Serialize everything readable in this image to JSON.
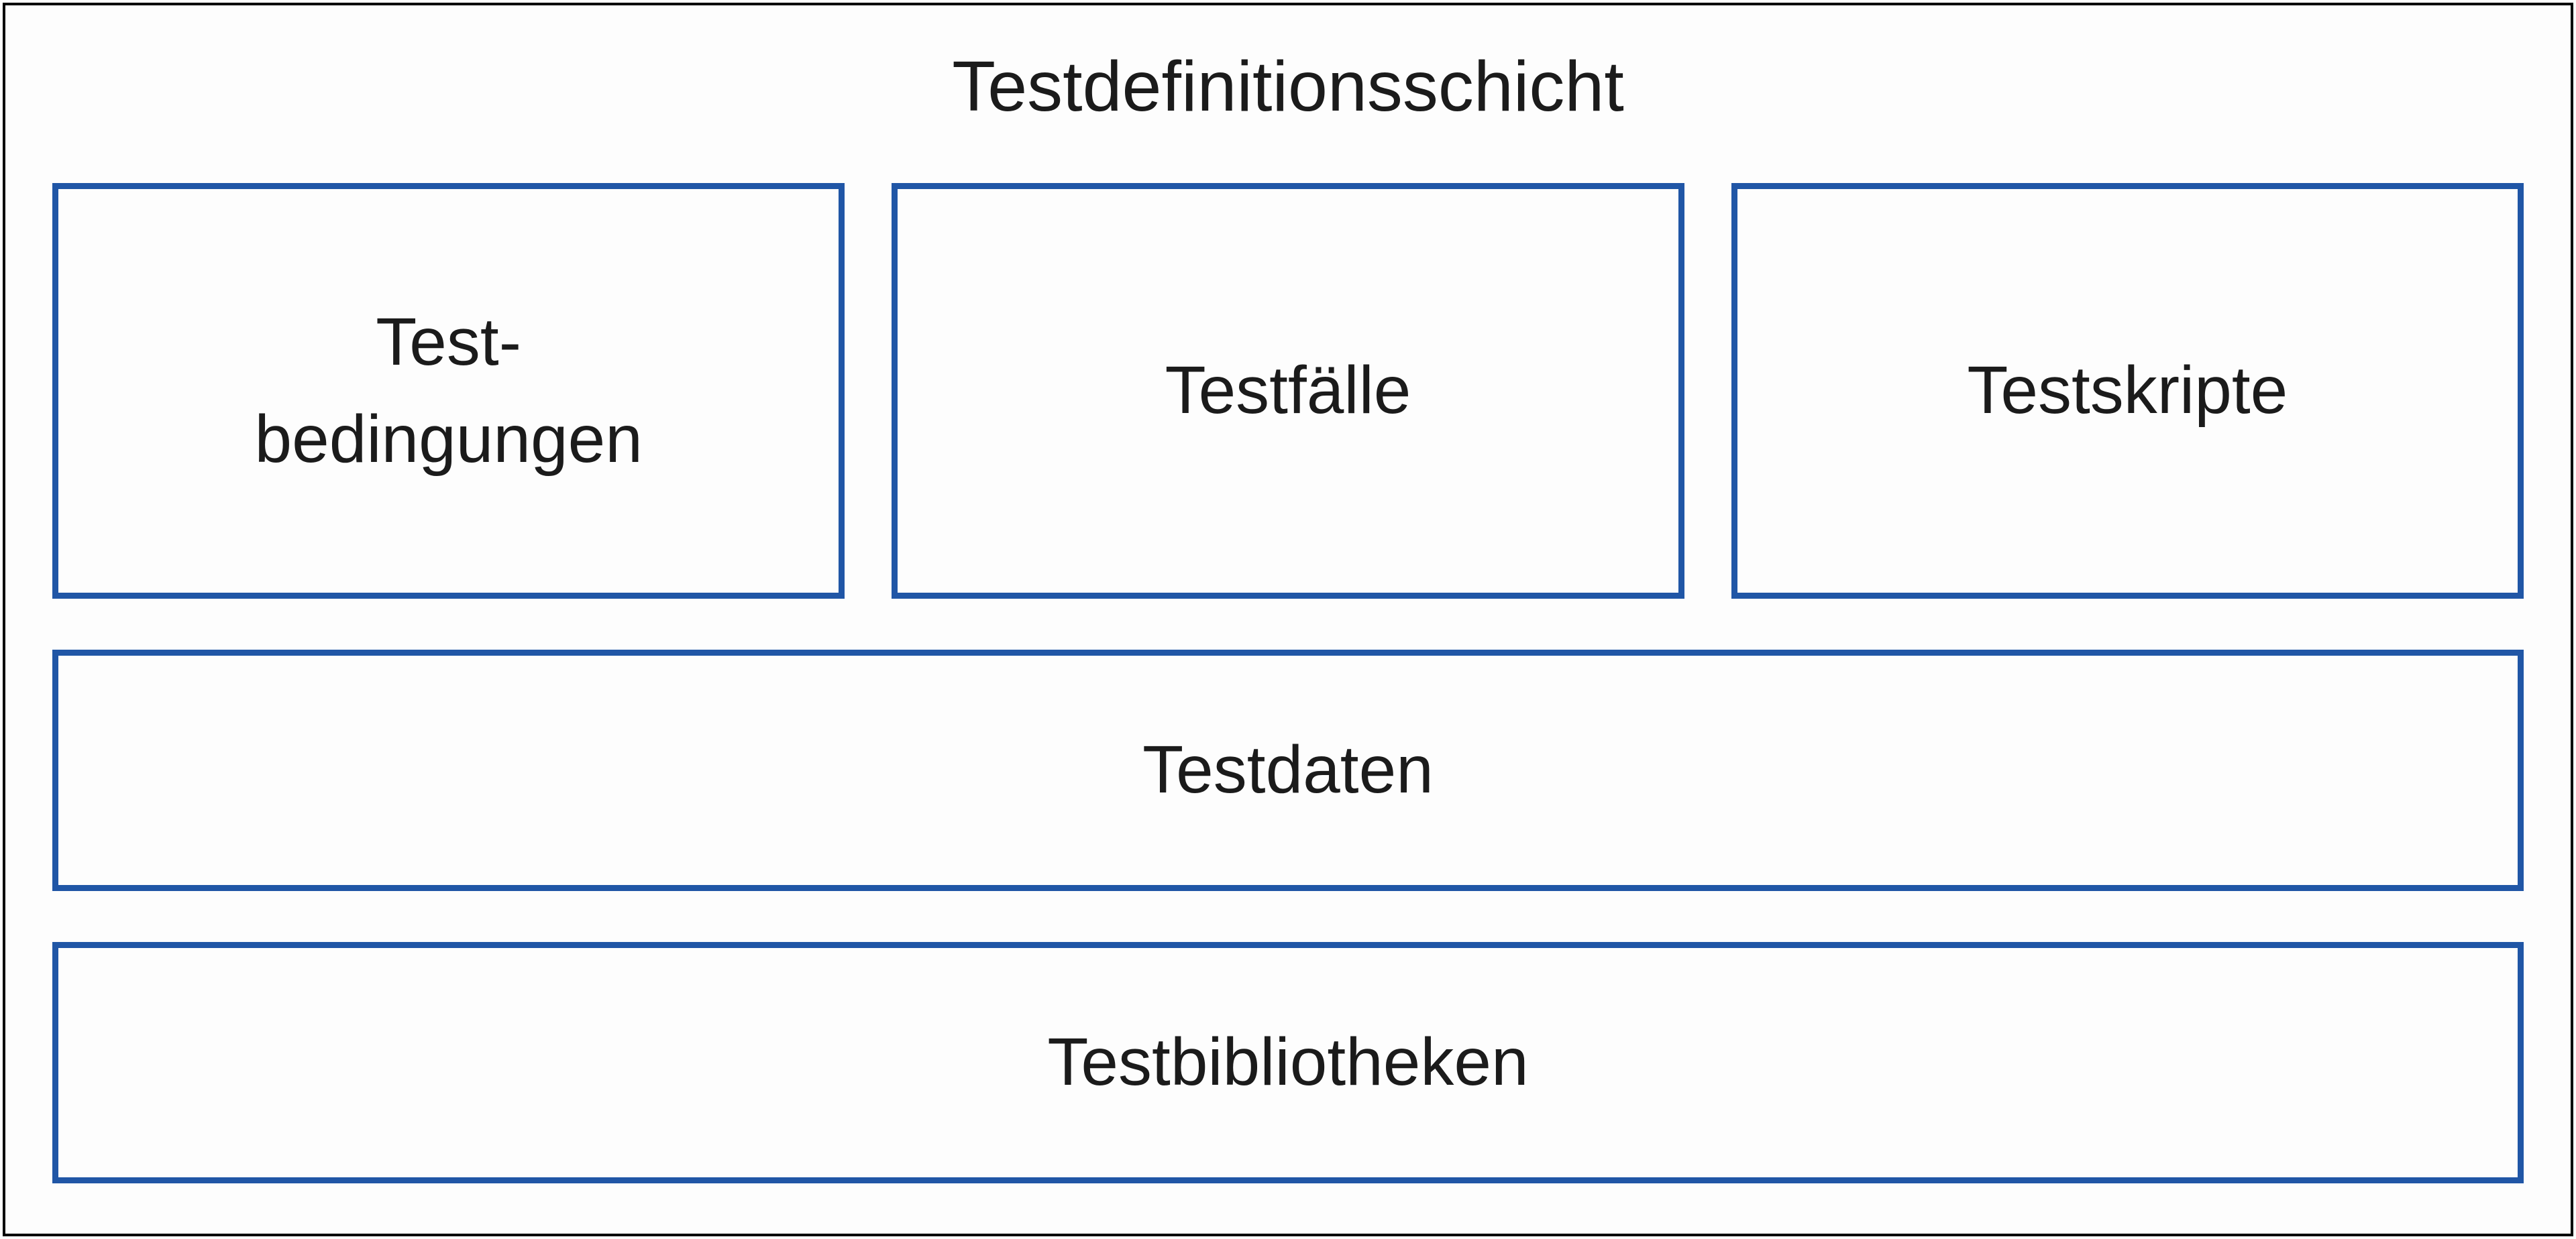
{
  "diagram": {
    "title": "Testdefinitionsschicht",
    "top_boxes": [
      {
        "id": "testbedingungen",
        "label": "Test-\nbedingungen"
      },
      {
        "id": "testfaelle",
        "label": "Testfälle"
      },
      {
        "id": "testskripte",
        "label": "Testskripte"
      }
    ],
    "bands": [
      {
        "id": "testdaten",
        "label": "Testdaten"
      },
      {
        "id": "testbibliotheken",
        "label": "Testbibliotheken"
      }
    ],
    "colors": {
      "box_border": "#2056a6",
      "outer_border": "#000000",
      "text": "#1b1b1b",
      "background": "#fdfdfd"
    }
  }
}
